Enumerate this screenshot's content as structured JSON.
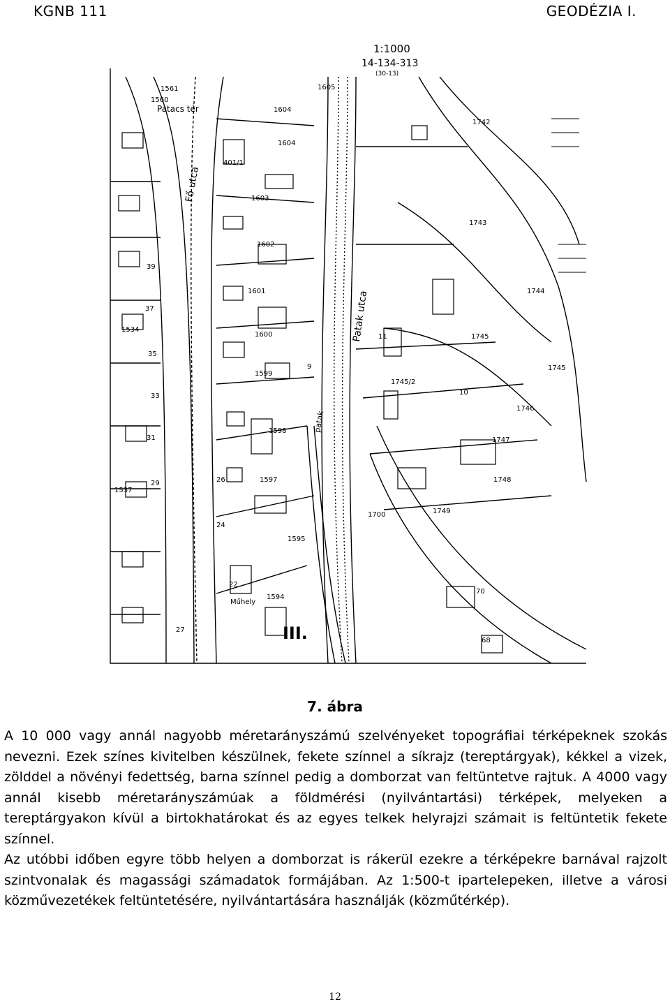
{
  "header": {
    "left": "KGNB 111",
    "right": "GEODÉZIA I."
  },
  "map": {
    "scale": "1:1000",
    "sheet": "14-134-313",
    "sheet_sub": "(30-13)",
    "street_labels": [
      "Fő utca",
      "Patak utca",
      "patak",
      "Patacs tér"
    ],
    "labels": [
      "1605",
      "1604",
      "1604",
      "1603",
      "1602",
      "1601",
      "1600",
      "1599",
      "1598",
      "1597",
      "1595",
      "1594",
      "1742",
      "1743",
      "1744",
      "1745",
      "1745",
      "1745/2",
      "1746",
      "1747",
      "1748",
      "1749",
      "1700",
      "1537",
      "1534",
      "1560",
      "1561",
      "401/1",
      "39",
      "37",
      "35",
      "33",
      "31",
      "29",
      "27",
      "26",
      "24",
      "22",
      "9",
      "11",
      "10",
      "70",
      "68",
      "III.",
      "Műhely"
    ]
  },
  "caption": "7. ábra",
  "paragraphs": [
    "A 10 000 vagy annál nagyobb méretarányszámú szelvényeket topográfiai térképeknek szokás nevezni. Ezek színes kivitelben készülnek, fekete színnel a síkrajz (tereptárgyak), kékkel a vizek, zölddel a növényi fedettség, barna színnel pedig a domborzat van feltüntetve rajtuk. A 4000 vagy annál kisebb méretarányszámúak a földmérési (nyilvántartási) térképek, melyeken a tereptárgyakon kívül a birtokhatárokat és az egyes telkek helyrajzi számait is feltüntetik fekete színnel.",
    "Az utóbbi időben egyre több helyen a domborzat is rákerül ezekre a térképekre barnával rajzolt szintvonalak és magassági számadatok formájában. Az 1:500-t ipartelepeken, illetve a városi közművezetékek feltüntetésére, nyilvántartására használják (közműtérkép)."
  ],
  "page_number": "12"
}
